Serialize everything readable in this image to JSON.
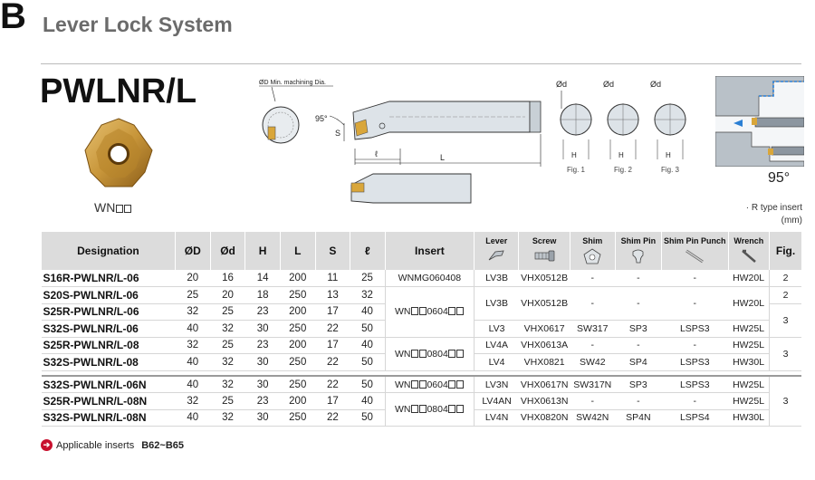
{
  "header": {
    "section_letter": "B",
    "section_title": "Lever Lock System",
    "product_title": "PWLNR/L",
    "insert_label": "WN□□"
  },
  "drawing": {
    "min_dia_label": "ØD Min. machining Dia.",
    "angle_small": "95°",
    "s_label": "S",
    "l_small": "ℓ",
    "L_label": "L",
    "d_label": "Ød",
    "H_label": "H",
    "fig1": "Fig. 1",
    "fig2": "Fig. 2",
    "fig3": "Fig. 3",
    "angle_large": "95°"
  },
  "notes": {
    "rtype": "· R type insert",
    "unit": "(mm)"
  },
  "table": {
    "headers": {
      "designation": "Designation",
      "D": "ØD",
      "d": "Ød",
      "H": "H",
      "L": "L",
      "S": "S",
      "l": "ℓ",
      "insert": "Insert",
      "lever": "Lever",
      "screw": "Screw",
      "shim": "Shim",
      "shim_pin": "Shim Pin",
      "shim_pin_punch": "Shim Pin Punch",
      "wrench": "Wrench",
      "fig": "Fig."
    },
    "rows": [
      {
        "des": "S16R-PWLNR/L-06",
        "D": "20",
        "d": "16",
        "H": "14",
        "L": "200",
        "S": "11",
        "l": "25",
        "insert": "WNMG060408",
        "lever": "LV3B",
        "screw": "VHX0512B",
        "shim": "-",
        "pin": "-",
        "punch": "-",
        "wrench": "HW20L",
        "fig": "2"
      },
      {
        "des": "S20S-PWLNR/L-06",
        "D": "25",
        "d": "20",
        "H": "18",
        "L": "250",
        "S": "13",
        "l": "32"
      },
      {
        "des": "S25R-PWLNR/L-06",
        "D": "32",
        "d": "25",
        "H": "23",
        "L": "200",
        "S": "17",
        "l": "40"
      },
      {
        "des": "S32S-PWLNR/L-06",
        "D": "40",
        "d": "32",
        "H": "30",
        "L": "250",
        "S": "22",
        "l": "50"
      },
      {
        "des": "S25R-PWLNR/L-08",
        "D": "32",
        "d": "25",
        "H": "23",
        "L": "200",
        "S": "17",
        "l": "40"
      },
      {
        "des": "S32S-PWLNR/L-08",
        "D": "40",
        "d": "32",
        "H": "30",
        "L": "250",
        "S": "22",
        "l": "50"
      },
      {
        "des": "S32S-PWLNR/L-06N",
        "D": "40",
        "d": "32",
        "H": "30",
        "L": "250",
        "S": "22",
        "l": "50"
      },
      {
        "des": "S25R-PWLNR/L-08N",
        "D": "32",
        "d": "25",
        "H": "23",
        "L": "200",
        "S": "17",
        "l": "40"
      },
      {
        "des": "S32S-PWLNR/L-08N",
        "D": "40",
        "d": "32",
        "H": "30",
        "L": "250",
        "S": "22",
        "l": "50"
      }
    ],
    "groups": {
      "g1": {
        "insert_code": "0604",
        "lever": "LV3B",
        "screw": "VHX0512B",
        "shim": "-",
        "pin": "-",
        "punch": "-",
        "wrench": "HW20L",
        "fig": "2"
      },
      "g1b": {
        "lever": "LV3",
        "screw": "VHX0617",
        "shim": "SW317",
        "pin": "SP3",
        "punch": "LSPS3",
        "wrench": "HW25L",
        "fig": "3"
      },
      "g2": {
        "insert_code": "0804",
        "fig": "3"
      },
      "g2a": {
        "lever": "LV4A",
        "screw": "VHX0613A",
        "shim": "-",
        "pin": "-",
        "punch": "-",
        "wrench": "HW25L"
      },
      "g2b": {
        "lever": "LV4",
        "screw": "VHX0821",
        "shim": "SW42",
        "pin": "SP4",
        "punch": "LSPS3",
        "wrench": "HW30L"
      },
      "g3a": {
        "insert_code": "0604",
        "lever": "LV3N",
        "screw": "VHX0617N",
        "shim": "SW317N",
        "pin": "SP3",
        "punch": "LSPS3",
        "wrench": "HW25L"
      },
      "g3": {
        "insert_code": "0804",
        "fig": "3"
      },
      "g3b": {
        "lever": "LV4AN",
        "screw": "VHX0613N",
        "shim": "-",
        "pin": "-",
        "punch": "-",
        "wrench": "HW25L"
      },
      "g3c": {
        "lever": "LV4N",
        "screw": "VHX0820N",
        "shim": "SW42N",
        "pin": "SP4N",
        "punch": "LSPS4",
        "wrench": "HW30L"
      }
    },
    "insert_prefix": "WN"
  },
  "footer": {
    "text": "Applicable inserts",
    "pages": "B62~B65"
  },
  "colors": {
    "insert_gold": "#c89a3c",
    "header_grey": "#dcdcdc",
    "accent_red": "#c8102e",
    "arrow_blue": "#2a7fd4"
  }
}
